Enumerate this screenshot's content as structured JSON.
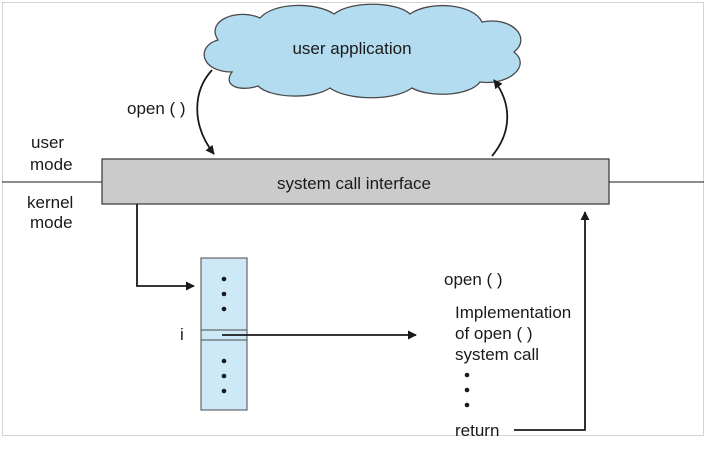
{
  "labels": {
    "user_application": "user application",
    "open_call": "open ( )",
    "user_mode_line1": "user",
    "user_mode_line2": "mode",
    "kernel_mode_line1": "kernel",
    "kernel_mode_line2": "mode",
    "system_call_interface": "system call interface",
    "table_index": "i",
    "impl_open": "open ( )",
    "impl_line1": "Implementation",
    "impl_line2": "of open ( )",
    "impl_line3": "system call",
    "return_label": "return"
  },
  "colors": {
    "cloud_fill": "#b3dcf1",
    "interface_fill": "#cbcbcb",
    "table_fill": "#cde8f6",
    "line": "#1a1a1a"
  }
}
